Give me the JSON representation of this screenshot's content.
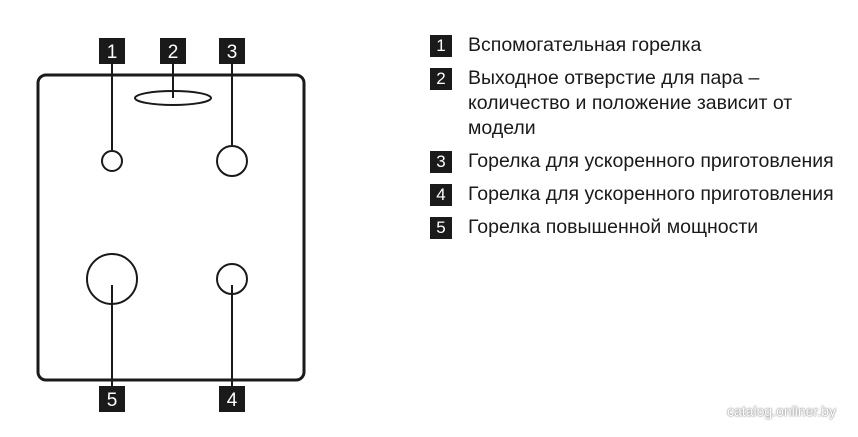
{
  "markers": [
    {
      "number": "1"
    },
    {
      "number": "2"
    },
    {
      "number": "3"
    },
    {
      "number": "4"
    },
    {
      "number": "5"
    }
  ],
  "legend": [
    {
      "number": "1",
      "text": "Вспомогательная горелка"
    },
    {
      "number": "2",
      "text": "Выходное отверстие для пара – количество и положение зависит от модели"
    },
    {
      "number": "3",
      "text": "Горелка для ускоренного приготовления"
    },
    {
      "number": "4",
      "text": "Горелка для ускоренного приготовления"
    },
    {
      "number": "5",
      "text": "Горелка повышенной мощности"
    }
  ],
  "watermark": "catalog.onliner.by",
  "colors": {
    "line": "#1a1a1a",
    "badge": "#1a1a1a",
    "badge_text": "#ffffff",
    "background": "#ffffff"
  }
}
